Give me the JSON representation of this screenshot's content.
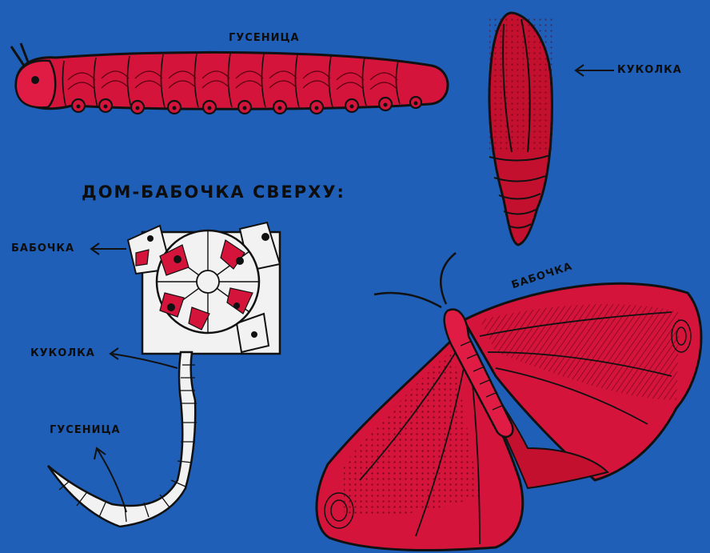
{
  "labels": {
    "caterpillar_top": "ГУСЕНИЦА",
    "pupa_right": "КУКОЛКА",
    "house_title": "ДОМ-БАБОЧКА СВЕРХУ:",
    "butterfly_left": "БАБОЧКА",
    "pupa_left": "КУКОЛКА",
    "caterpillar_left": "ГУСЕНИЦА",
    "butterfly_right": "БАБОЧКА"
  },
  "colors": {
    "background": "#1f5fb8",
    "insect_red": "#d5143c",
    "outline": "#111111",
    "paper_white": "#f2f2f2"
  }
}
